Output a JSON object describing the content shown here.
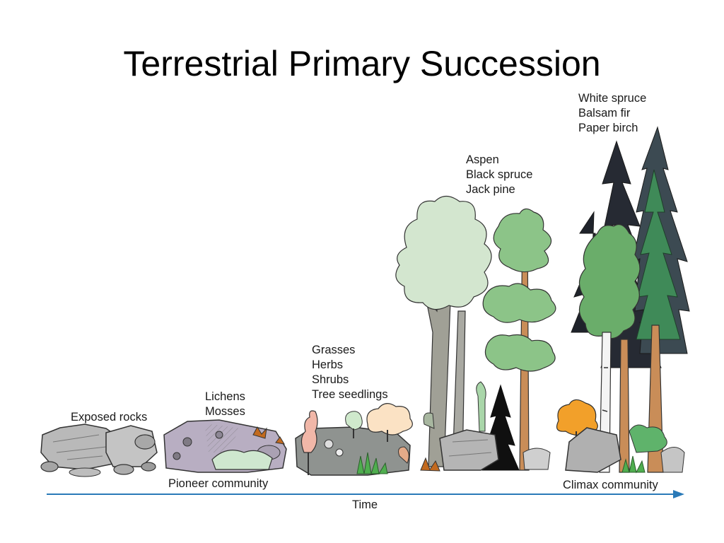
{
  "title": "Terrestrial Primary Succession",
  "stages": [
    {
      "id": "exposed-rocks",
      "lines": [
        "Exposed rocks"
      ]
    },
    {
      "id": "lichens-mosses",
      "lines": [
        "Lichens",
        "Mosses"
      ]
    },
    {
      "id": "grasses-herbs",
      "lines": [
        "Grasses",
        "Herbs",
        "Shrubs",
        "Tree seedlings"
      ]
    },
    {
      "id": "aspen-spruce-pine",
      "lines": [
        "Aspen",
        "Black spruce",
        "Jack pine"
      ]
    },
    {
      "id": "spruce-fir-birch",
      "lines": [
        "White spruce",
        "Balsam fir",
        "Paper birch"
      ]
    }
  ],
  "timeline": {
    "start_label": "Pioneer community",
    "end_label": "Climax community",
    "axis_label": "Time"
  },
  "colors": {
    "arrow": "#2a7ab8",
    "rock": "#b9b9b9",
    "rock_dark": "#8e8e8e",
    "lichen_rock": "#b8aec2",
    "aspen": "#d3e6cf",
    "pine": "#8cc488",
    "spruce_dark": "#262a33",
    "fir": "#3f8a58",
    "birch_crown": "#6aad6a",
    "shrub_orange": "#f2a02a",
    "seedling_pink": "#f1b7a8"
  },
  "icons": [
    "rock-pile",
    "lichen-patch",
    "moss-patch",
    "grass-tuft",
    "shrub",
    "aspen-tree",
    "jack-pine-tree",
    "black-spruce-tree",
    "white-spruce-tree",
    "balsam-fir-tree",
    "paper-birch-tree"
  ]
}
